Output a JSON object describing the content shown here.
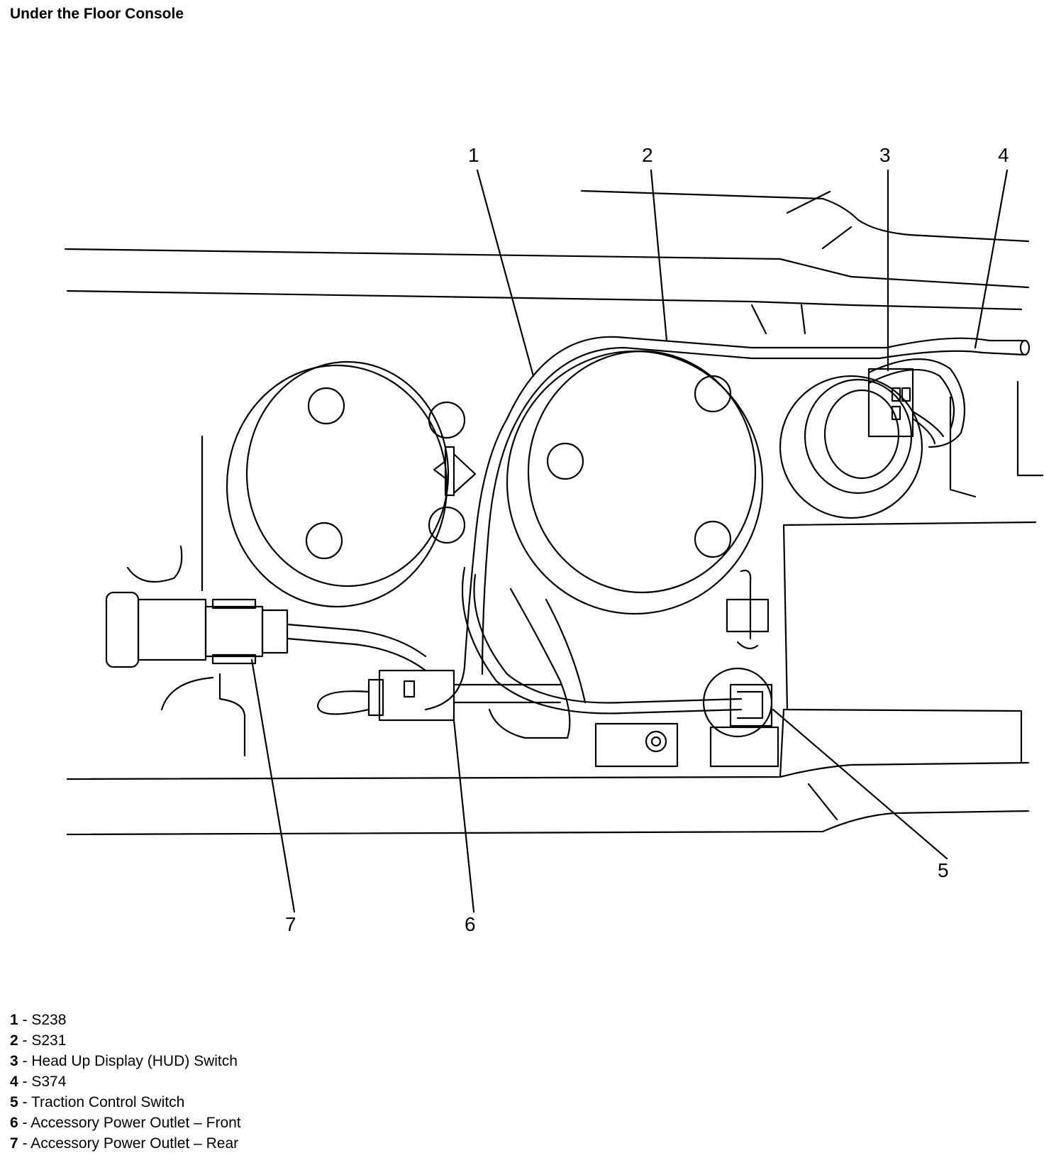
{
  "title": "Under the Floor Console",
  "callouts": [
    "1",
    "2",
    "3",
    "4",
    "5",
    "6",
    "7"
  ],
  "legend": [
    {
      "num": "1",
      "sep": " - ",
      "text": "S238"
    },
    {
      "num": "2",
      "sep": " - ",
      "text": "S231"
    },
    {
      "num": "3",
      "sep": " - ",
      "text": "Head Up Display (HUD) Switch"
    },
    {
      "num": "4",
      "sep": " - ",
      "text": "S374"
    },
    {
      "num": "5",
      "sep": " - ",
      "text": "Traction Control Switch"
    },
    {
      "num": "6",
      "sep": " - ",
      "text": "Accessory Power Outlet – Front"
    },
    {
      "num": "7",
      "sep": " - ",
      "text": "Accessory Power Outlet – Rear"
    }
  ]
}
